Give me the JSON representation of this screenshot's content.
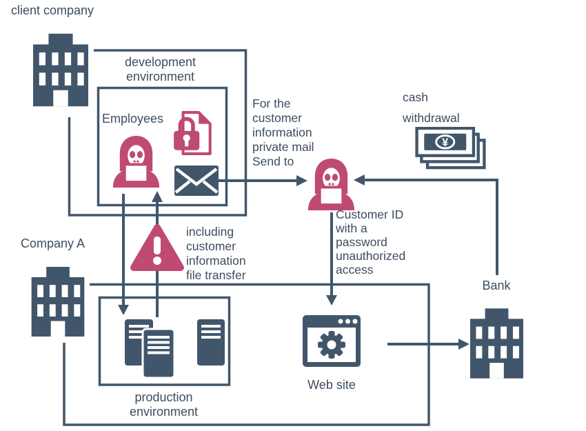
{
  "colors": {
    "dark_slate": "#42566b",
    "pink": "#bf4a73",
    "text": "#3d4d5f",
    "background": "#ffffff"
  },
  "labels": {
    "client_company": "client company",
    "development_environment": "development\nenvironment",
    "employees": "Employees",
    "mail_note": "For the\ncustomer\ninformation\nprivate mail\nSend to",
    "cash_withdrawal": "cash\nwithdrawal",
    "company_a": "Company A",
    "file_transfer_note": "including\ncustomer\ninformation\nfile transfer",
    "unauthorized_note": "Customer ID\nwith a\npassword\nunauthorized\naccess",
    "production_environment": "production\nenvironment",
    "web_site": "Web site",
    "bank": "Bank",
    "yen_symbol": "¥"
  },
  "icons": {
    "client_building": "building-icon",
    "company_a_building": "building-icon",
    "bank_building": "building-icon",
    "employee": "hooded-insider-icon",
    "hacker": "hooded-hacker-icon",
    "locked_document": "locked-document-icon",
    "mail": "envelope-icon",
    "warning": "warning-triangle-icon",
    "money": "yen-banknotes-icon",
    "servers": "server-stack-icon",
    "web_browser": "browser-gear-icon"
  }
}
